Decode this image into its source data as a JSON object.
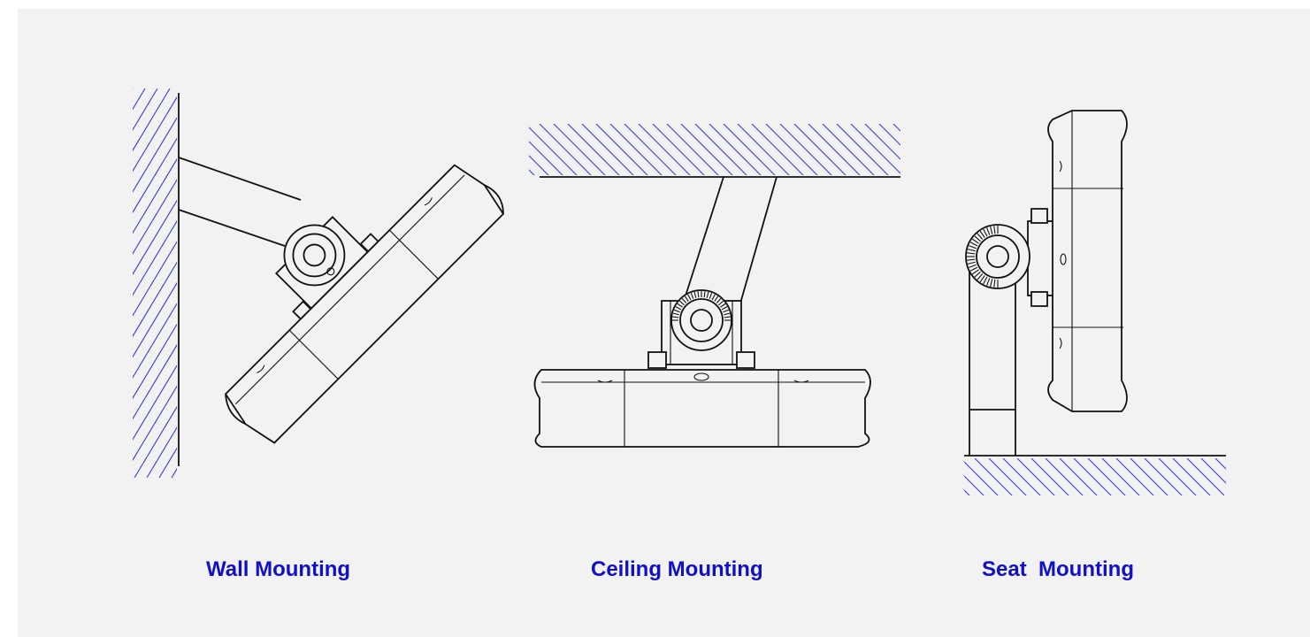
{
  "captions": {
    "wall": "Wall Mounting",
    "ceiling": "Ceiling Mounting",
    "seat": "Seat  Mounting"
  },
  "colors": {
    "background": "#f2f2f2",
    "caption": "#1010c8",
    "hatch": "#3a3ad6",
    "line": "#111111"
  }
}
